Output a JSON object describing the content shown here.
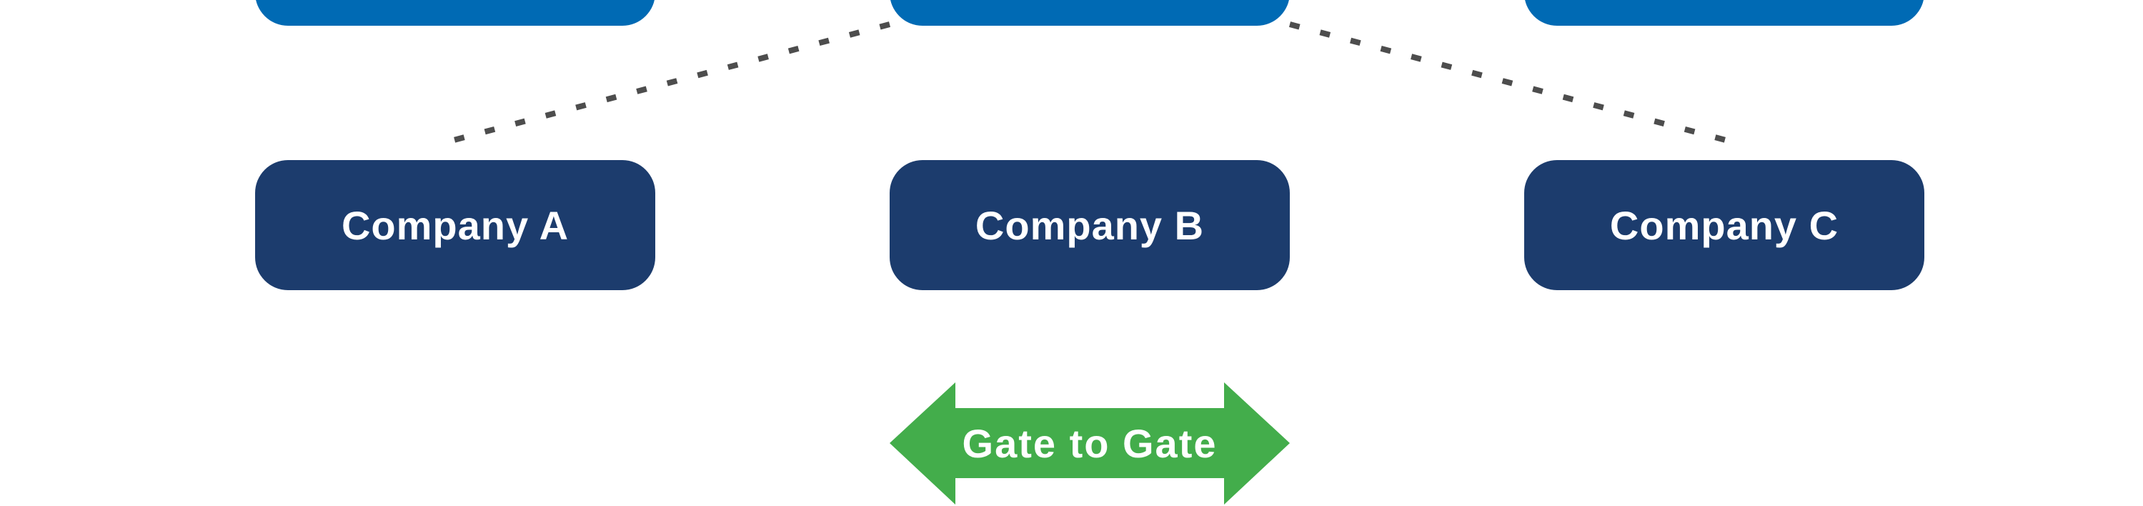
{
  "colors": {
    "top_box": "#006ab4",
    "company_box": "#1c3c6d",
    "connector": "#4d4d4d",
    "gate_arrow": "#43ad4b",
    "text": "#ffffff"
  },
  "companies": [
    {
      "label": "Company A"
    },
    {
      "label": "Company B"
    },
    {
      "label": "Company C"
    }
  ],
  "gate_arrow": {
    "label": "Gate to Gate",
    "icon": "double-headed-arrow-icon"
  }
}
